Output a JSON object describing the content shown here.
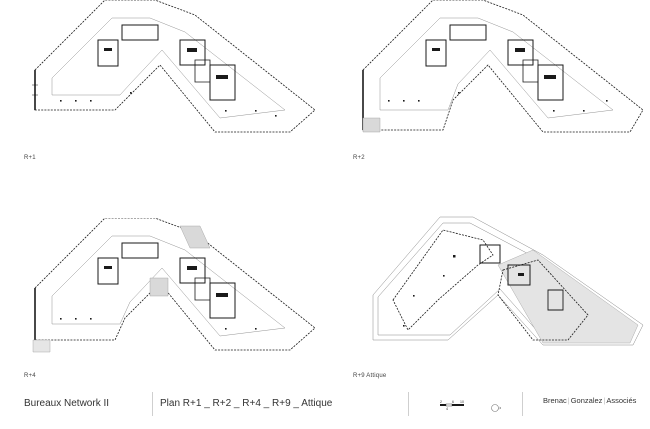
{
  "plans": [
    {
      "label": "R+1"
    },
    {
      "label": "R+2"
    },
    {
      "label": "R+4"
    },
    {
      "label": "R+9 Attique"
    }
  ],
  "footer": {
    "project": "Bureaux Network II",
    "plans_title": "Plan R+1 _ R+2 _ R+4 _ R+9 _ Attique",
    "office": {
      "part1": "Brenac",
      "part2": "Gonzalez",
      "part3": "Associés",
      "separator": "|"
    },
    "scale_labels": [
      "2",
      "4",
      "6",
      "10"
    ],
    "north_icon": "north-arrow-icon"
  },
  "colors": {
    "line": "#1a1a1a",
    "hatch": "#d9d9d9",
    "separator": "#cfcfcf"
  }
}
